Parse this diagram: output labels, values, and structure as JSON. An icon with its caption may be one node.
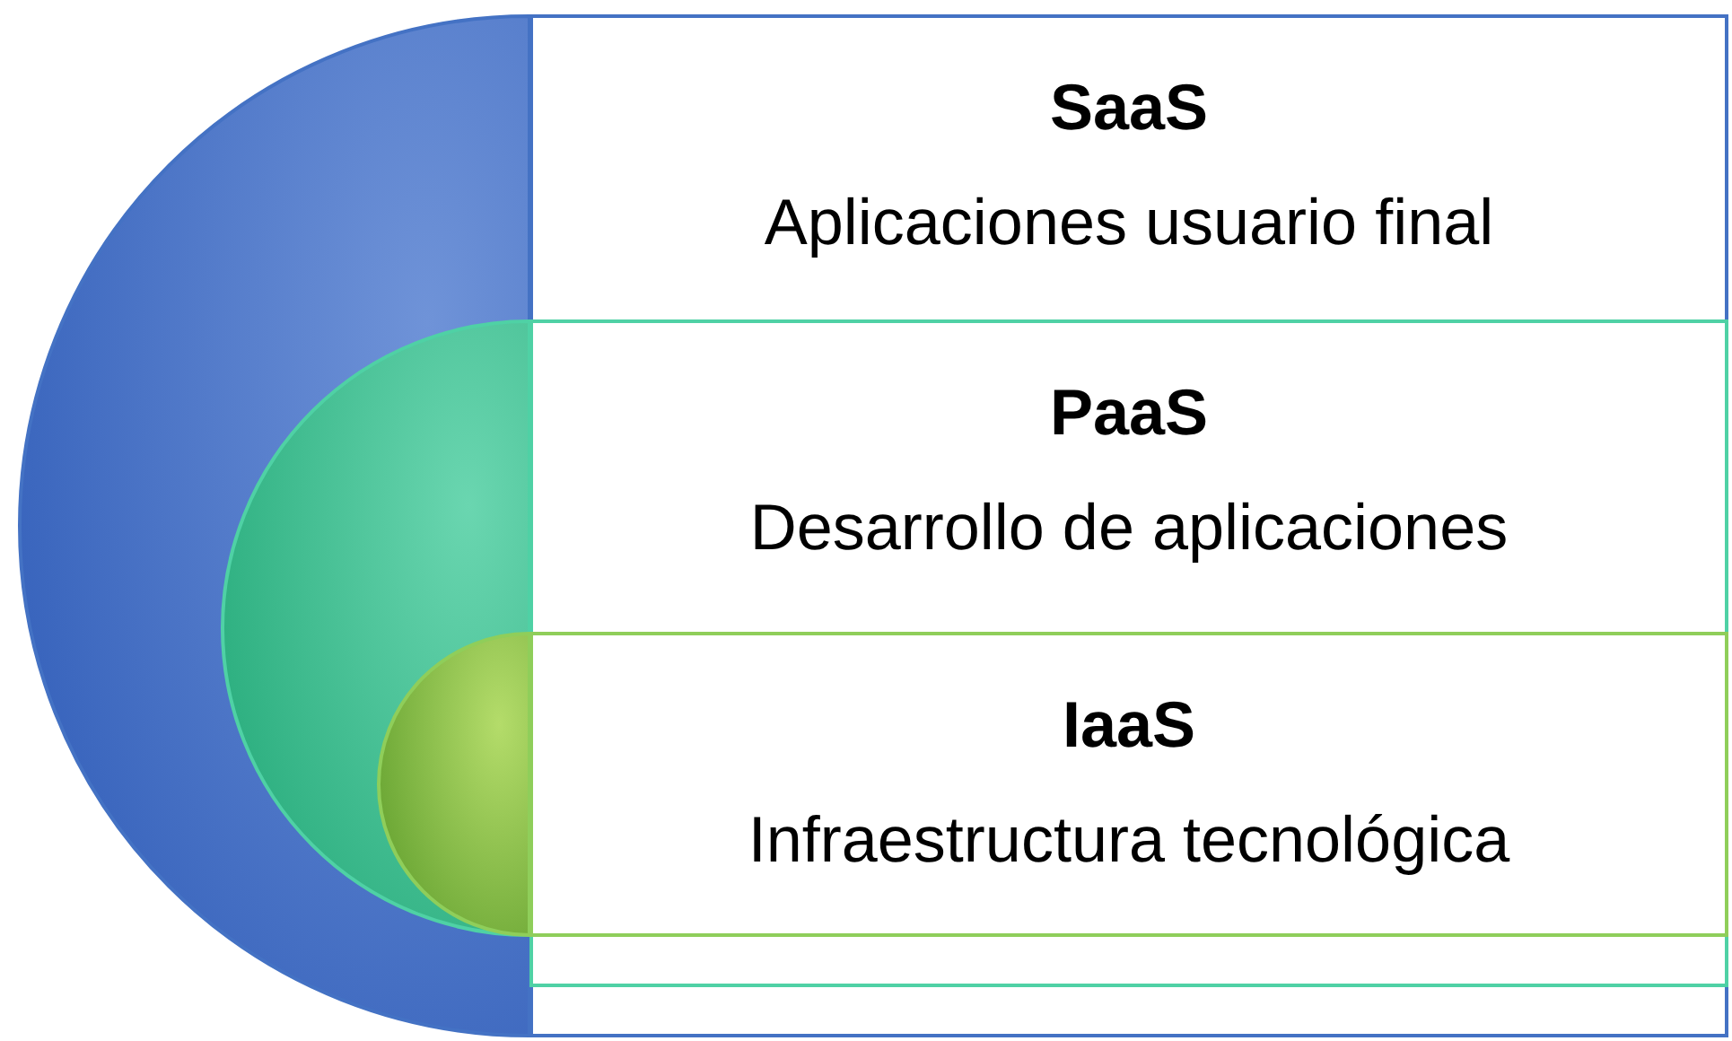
{
  "diagram": {
    "nodes": [
      {
        "text": [
          "SaaS",
          "Aplicaciones usuario final"
        ]
      },
      {
        "text": [
          "PaaS",
          "Desarrollo de aplicaciones"
        ],
        "in": 0
      },
      {
        "text": [
          "IaaS",
          "Infraestructura tecnológica"
        ],
        "in": 1
      }
    ]
  }
}
